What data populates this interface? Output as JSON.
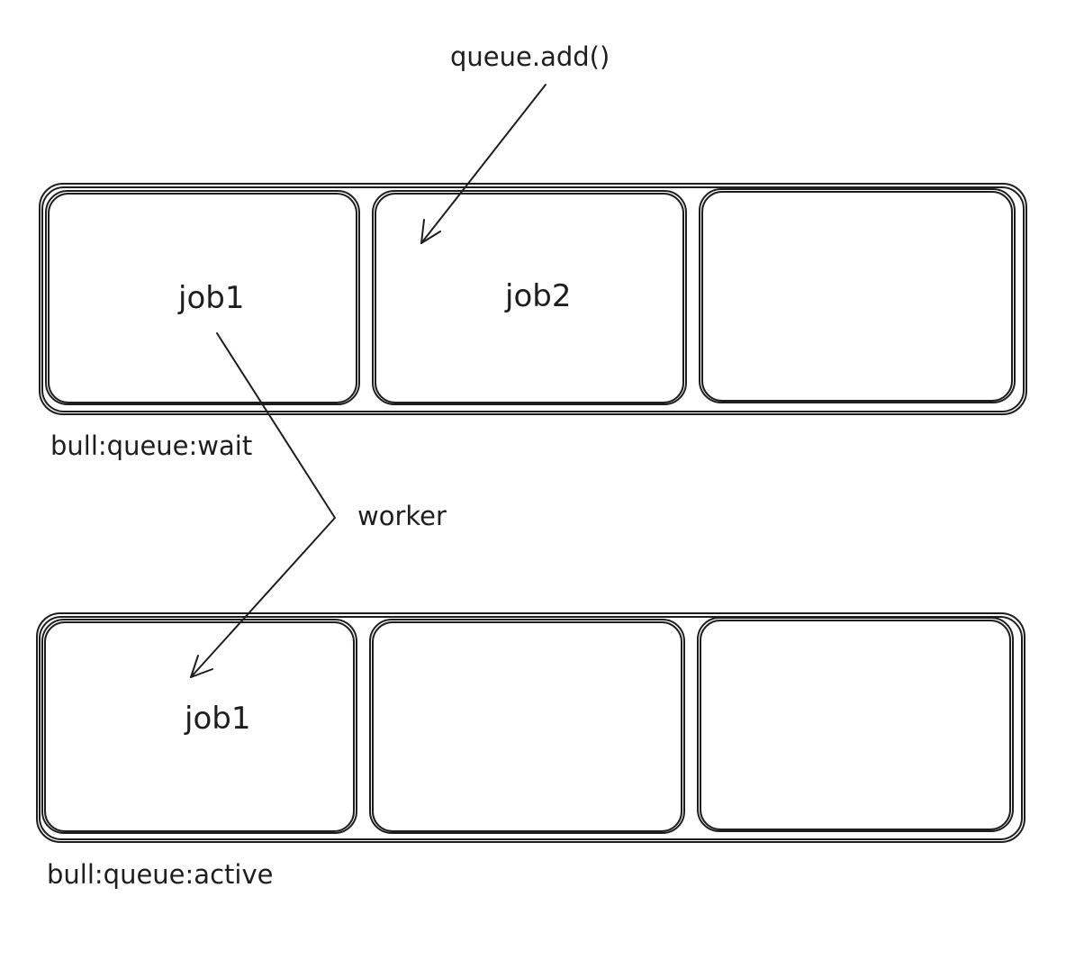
{
  "diagram": {
    "stroke_color": "#1e1e1e",
    "background": "#ffffff",
    "queues": [
      {
        "name": "bull:queue:wait",
        "slots": [
          "job1",
          "job2",
          ""
        ]
      },
      {
        "name": "bull:queue:active",
        "slots": [
          "job1",
          "",
          ""
        ]
      }
    ],
    "annotations": {
      "add": "queue.add()",
      "worker": "worker"
    }
  }
}
